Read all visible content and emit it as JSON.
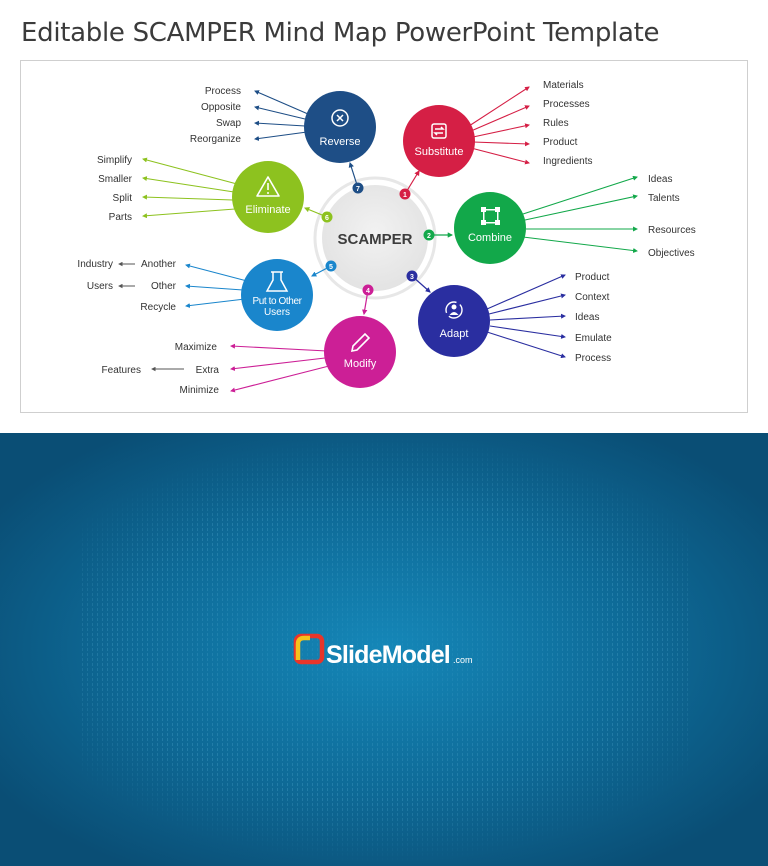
{
  "page": {
    "title": "Editable SCAMPER Mind Map PowerPoint Template"
  },
  "diagram": {
    "center": "SCAMPER",
    "nodes": [
      {
        "key": "substitute",
        "number": "1",
        "label": "Substitute",
        "color": "#d51f45",
        "icon": "swap-arrows-icon",
        "leaves": [
          "Materials",
          "Processes",
          "Rules",
          "Product",
          "Ingredients"
        ]
      },
      {
        "key": "combine",
        "number": "2",
        "label": "Combine",
        "color": "#12a84a",
        "icon": "connect-nodes-icon",
        "leaves": [
          "Ideas",
          "Talents",
          "Resources",
          "Objectives"
        ]
      },
      {
        "key": "adapt",
        "number": "3",
        "label": "Adapt",
        "color": "#2a2ea0",
        "icon": "person-cycle-icon",
        "leaves": [
          "Product",
          "Context",
          "Ideas",
          "Emulate",
          "Process"
        ]
      },
      {
        "key": "modify",
        "number": "4",
        "label": "Modify",
        "color": "#cc1f96",
        "icon": "pencil-icon",
        "leaves": [
          "Maximize",
          "Extra",
          "Minimize"
        ],
        "extra_chain": "Features"
      },
      {
        "key": "put-to-other-users",
        "number": "5",
        "label_lines": [
          "Put to Other",
          "Users"
        ],
        "color": "#1a86cc",
        "icon": "flask-icon",
        "leaves": [
          "Another",
          "Other",
          "Recycle"
        ],
        "chains": [
          "Industry",
          "Users"
        ]
      },
      {
        "key": "eliminate",
        "number": "6",
        "label": "Eliminate",
        "color": "#8dc21f",
        "icon": "warning-icon",
        "leaves": [
          "Simplify",
          "Smaller",
          "Split",
          "Parts"
        ]
      },
      {
        "key": "reverse",
        "number": "7",
        "label": "Reverse",
        "color": "#1e4e86",
        "icon": "circle-x-icon",
        "leaves": [
          "Process",
          "Opposite",
          "Swap",
          "Reorganize"
        ]
      }
    ]
  },
  "banner": {
    "brand": "SlideModel",
    "brand_suffix": ".com",
    "bg_color": "#0c5680"
  }
}
